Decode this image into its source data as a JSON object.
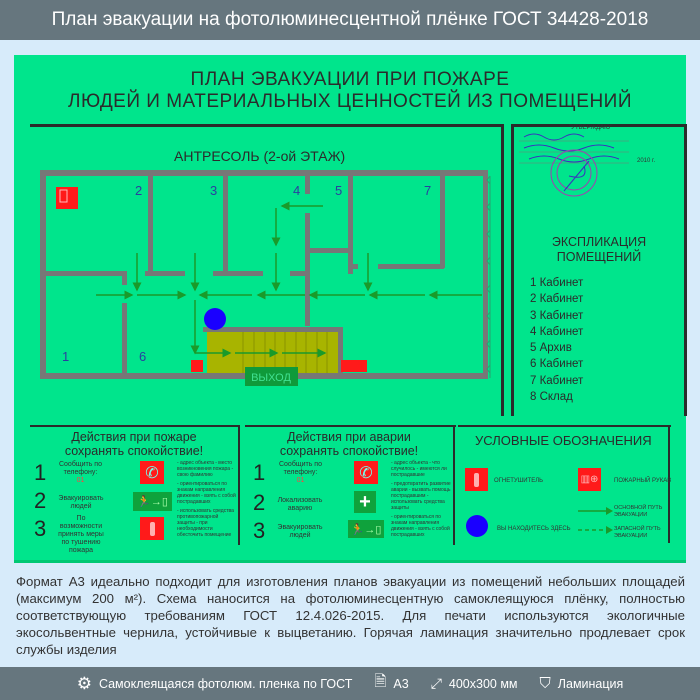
{
  "page_title": "План эвакуации на фотолюминесцентной плёнке ГОСТ 34428-2018",
  "plan": {
    "title_line1": "ПЛАН ЭВАКУАЦИИ ПРИ ПОЖАРЕ",
    "title_line2": "ЛЮДЕЙ И МАТЕРИАЛЬНЫХ ЦЕННОСТЕЙ ИЗ ПОМЕЩЕНИЙ",
    "floor_title": "АНТРЕСОЛЬ (2-ой ЭТАЖ)",
    "room_numbers": [
      "1",
      "2",
      "3",
      "4",
      "5",
      "6",
      "7"
    ],
    "exit_label": "ВЫХОД",
    "approval": {
      "label": "\"УТВЕРЖДАЮ\"",
      "year": "2010 г."
    },
    "explication_title_1": "ЭКСПЛИКАЦИЯ",
    "explication_title_2": "ПОМЕЩЕНИЙ",
    "explication": [
      "1 Кабинет",
      "2 Кабинет",
      "3 Кабинет",
      "4 Кабинет",
      "5 Архив",
      "6 Кабинет",
      "7 Кабинет",
      "8 Склад"
    ],
    "fire_actions": {
      "title_1": "Действия при пожаре",
      "title_2": "сохранять спокойствие!",
      "steps": [
        {
          "num": "1",
          "text": "Сообщить по телефону:",
          "phone": "01",
          "notes": "- адрес объекта - место возникновения пожара - свою фамилию"
        },
        {
          "num": "2",
          "text": "Эвакуировать людей",
          "notes": "- ориентироваться по знакам направления движения - взять с собой пострадавших"
        },
        {
          "num": "3",
          "text": "По возможности принять меры по тушению пожара",
          "notes": "- использовать средства противопожарной защиты - при необходимости обесточить помещение"
        }
      ]
    },
    "accident_actions": {
      "title_1": "Действия при аварии",
      "title_2": "сохранять спокойствие!",
      "steps": [
        {
          "num": "1",
          "text": "Сообщить по телефону:",
          "phone": "01",
          "notes": "- адрес объекта - что случилось - имеются ли пострадавшие"
        },
        {
          "num": "2",
          "text": "Локализовать аварию",
          "notes": "- предотвратить развитие аварии - вызвать помощь пострадавшим - использовать средства защиты"
        },
        {
          "num": "3",
          "text": "Эвакуировать людей",
          "notes": "- ориентироваться по знакам направления движения - взять с собой пострадавших"
        }
      ]
    },
    "legend": {
      "title": "УСЛОВНЫЕ ОБОЗНАЧЕНИЯ",
      "extinguisher": "ОГНЕТУШИТЕЛЬ",
      "hose": "ПОЖАРНЫЙ РУКАВ",
      "you_are_here": "ВЫ НАХОДИТЕСЬ ЗДЕСЬ",
      "main_route": "ОСНОВНОЙ ПУТЬ ЭВАКУАЦИИ",
      "reserve_route": "ЗАПАСНОЙ ПУТЬ ЭВАКУАЦИИ"
    }
  },
  "description": "Формат А3 идеально подходит для изготовления планов эвакуации из помещений небольших площадей (максимум 200 м²). Схема наносится на фотолюминесцентную самоклеящуюся плёнку, полностью соответствующую требованиям ГОСТ 12.4.026-2015. Для печати используются экологичные экосольвентные чернила, устойчивые к выцветанию. Горячая ламинация значительно продлевает срок службы изделия",
  "footer": [
    {
      "icon": "gear-icon",
      "label": "Самоклеящаяся фотолюм. пленка по ГОСТ"
    },
    {
      "icon": "document-icon",
      "label": "А3"
    },
    {
      "icon": "expand-icon",
      "label": "400x300 мм"
    },
    {
      "icon": "shield-check-icon",
      "label": "Ламинация"
    }
  ],
  "colors": {
    "panel": "#00e58c",
    "wall": "#777777",
    "arrow": "#1a9a2a",
    "sign_red": "#ff1a1a",
    "stairs": "#a8b400",
    "you_here": "#1a00ff"
  }
}
